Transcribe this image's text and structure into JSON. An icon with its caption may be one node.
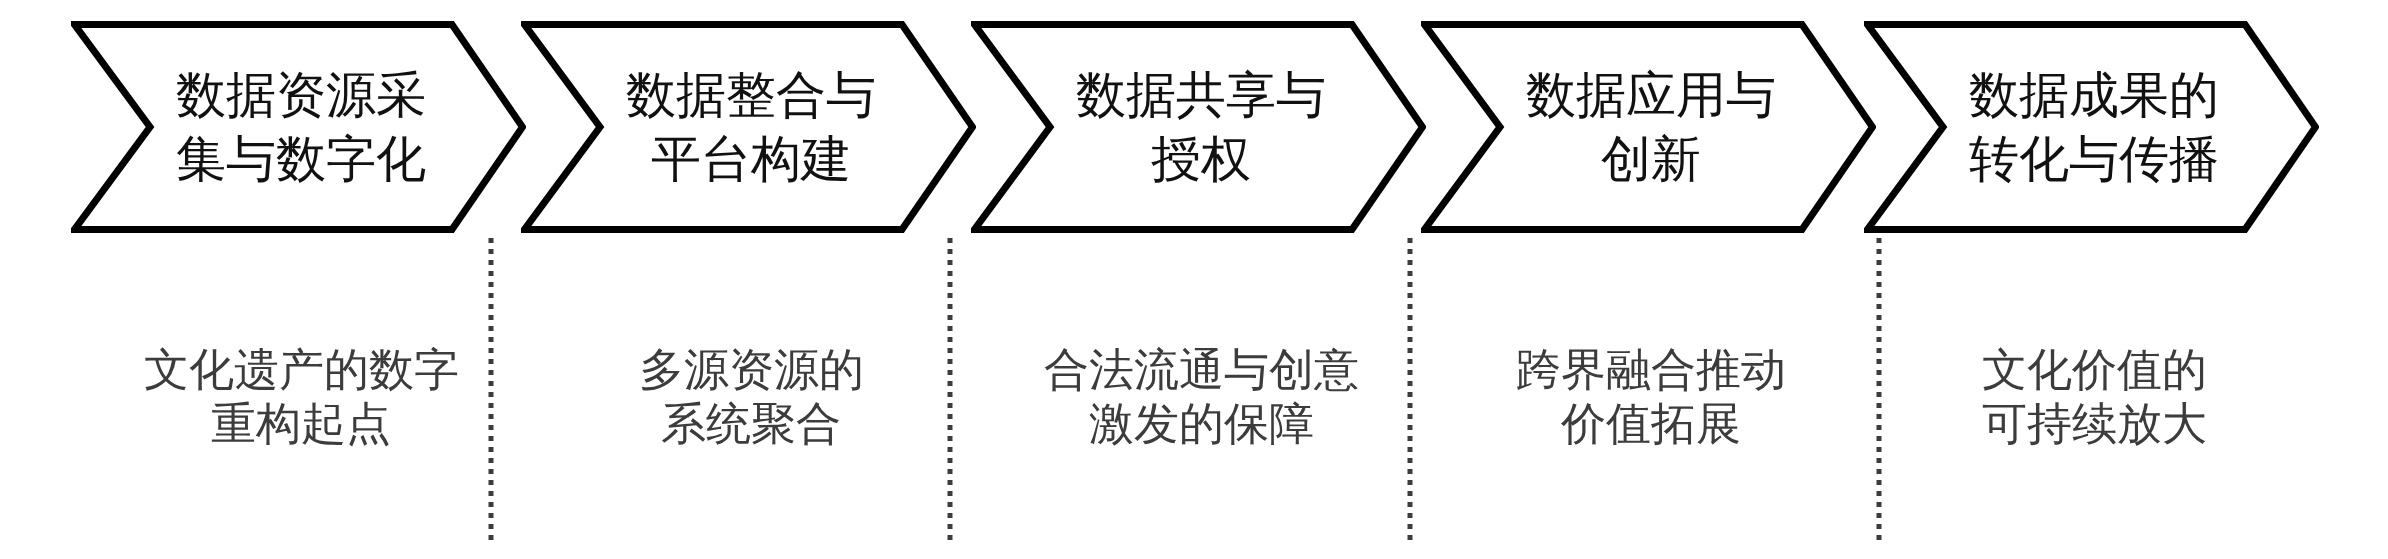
{
  "diagram": {
    "nodes": [
      {
        "text": [
          "数据资源采集与数字化"
        ],
        "beside": [
          "文化遗产的数字重构起点"
        ]
      },
      {
        "text": [
          "数据整合与平台构建"
        ],
        "beside": [
          "多源资源的系统聚合"
        ]
      },
      {
        "text": [
          "数据共享与授权"
        ],
        "beside": [
          "合法流通与创意激发的保障"
        ]
      },
      {
        "text": [
          "数据应用与创新"
        ],
        "beside": [
          "跨界融合推动价值拓展"
        ]
      },
      {
        "text": [
          "数据成果的转化与传播"
        ],
        "beside": [
          "文化价值的可持续放大"
        ]
      }
    ]
  }
}
